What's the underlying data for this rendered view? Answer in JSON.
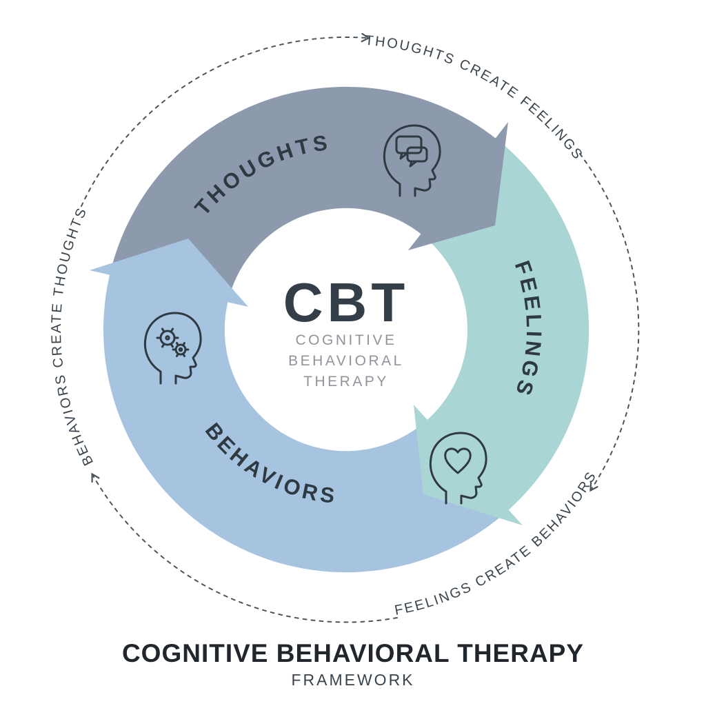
{
  "center": {
    "acronym": "CBT",
    "subtitle_lines": [
      "COGNITIVE",
      "BEHAVIORAL",
      "THERAPY"
    ]
  },
  "segments": [
    {
      "label": "THOUGHTS",
      "color": "#8d99ad",
      "icon": "head-speech-bubbles-icon"
    },
    {
      "label": "FEELINGS",
      "color": "#a9d6d4",
      "icon": "head-heart-icon"
    },
    {
      "label": "BEHAVIORS",
      "color": "#a6c4e0",
      "icon": "head-gears-icon"
    }
  ],
  "cycle_labels": {
    "top": "THOUGHTS CREATE FEELINGS",
    "bottom_right": "FEELINGS CREATE BEHAVIORS",
    "left": "BEHAVIORS CREATE THOUGHTS"
  },
  "footer": {
    "title": "COGNITIVE BEHAVIORAL THERAPY",
    "subtitle": "FRAMEWORK"
  },
  "colors": {
    "dark_text": "#2e3942",
    "muted_text": "#8f959b",
    "dash_outline": "#4a545c"
  }
}
